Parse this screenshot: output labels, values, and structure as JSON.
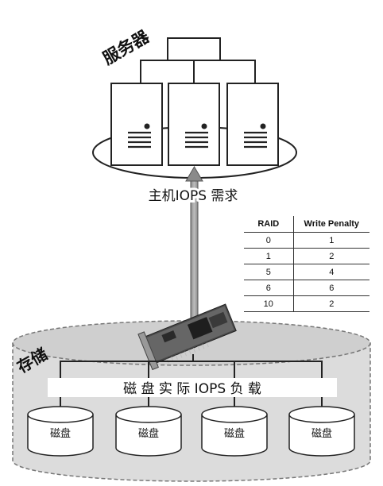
{
  "servers_label": "服务器",
  "host_iops_label": "主机IOPS 需求",
  "storage_label": "存储",
  "actual_load_label": "磁 盘 实 际 IOPS 负 载",
  "disk_label": "磁盘",
  "raid_table": {
    "headers": [
      "RAID",
      "Write Penalty"
    ],
    "rows": [
      {
        "raid": "0",
        "penalty": "1"
      },
      {
        "raid": "1",
        "penalty": "2"
      },
      {
        "raid": "5",
        "penalty": "4"
      },
      {
        "raid": "6",
        "penalty": "6"
      },
      {
        "raid": "10",
        "penalty": "2"
      }
    ]
  }
}
